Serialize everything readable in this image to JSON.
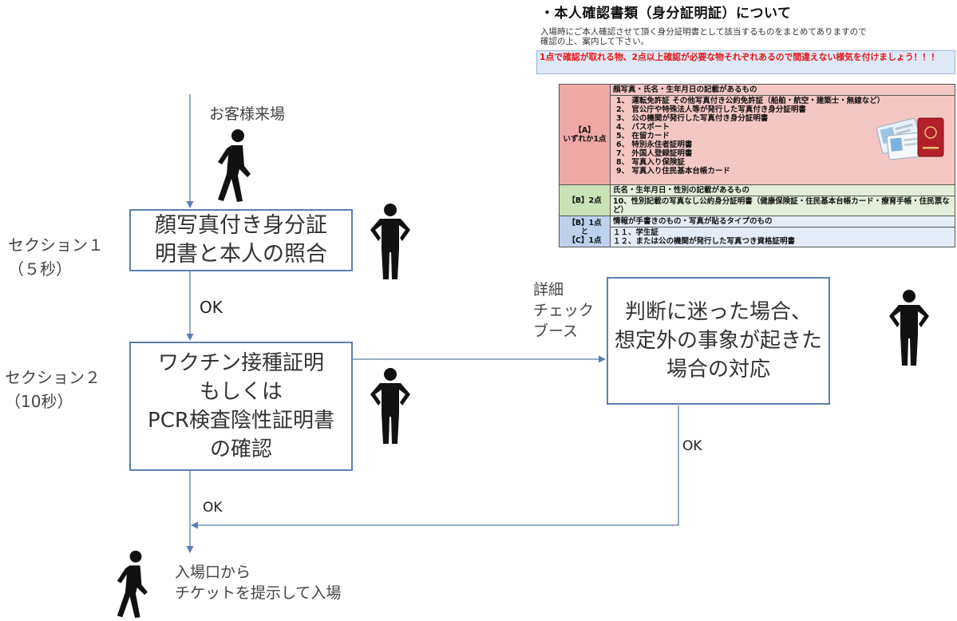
{
  "info": {
    "title": "・本人確認書類（身分証明証）について",
    "intro": "入場時にご本人確認させて頂く身分証明書として該当するものをまとめてありますので\n確認の上、案内して下さい。",
    "warning": "1点で確認が取れる物、2点以上確認が必要な物それぞれあるので間違えない様気を付けましょう！！！",
    "table": {
      "a": {
        "category": "【A】\nいずれか1点",
        "header": "顔写真・氏名・生年月日の記載があるもの",
        "items": [
          "1、 運転免許証 その他写真付き公約免許証（船舶・航空・建築士・無線など）",
          "2、 官公庁や特殊法人等が発行した写真付き身分証明書",
          "3、 公の機関が発行した写真付き身分証明書",
          "4、 パスポート",
          "5、 在留カード",
          "6、 特別永住者証明書",
          "7、 外国人登録証明書",
          "8、 写真入り保険証",
          "9、 写真入り住民基本台帳カード"
        ]
      },
      "b": {
        "category": "【B】2点",
        "header": "氏名・生年月日・性別の記載があるもの",
        "items": [
          "10、性別記載の写真なし公約身分証明書（健康保険証・住民基本台帳カード・療育手帳・住民票など）"
        ]
      },
      "c": {
        "category": "【B】1点\nと\n【C】1点",
        "header": "情報が手書きのもの・写真が貼るタイプのもの",
        "items": [
          "１１、学生証",
          "１２、または公の機関が発行した写真つき資格証明書"
        ]
      }
    }
  },
  "flow": {
    "arrival_label": "お客様来場",
    "section1_label": "セクション１\n（５秒）",
    "section1_box": "顔写真付き身分証\n明書と本人の照合",
    "ok1": "OK",
    "section2_label": "セクション２\n（10秒）",
    "section2_box": "ワクチン接種証明\nもしくは\nPCR検査陰性証明書\nの確認",
    "detail_label": "詳細\nチェック\nブース",
    "detail_box": "判断に迷った場合、\n想定外の事象が起きた\n場合の対応",
    "ok_detail": "OK",
    "ok2": "OK",
    "entrance_label": "入場口から\nチケットを提示して入場"
  },
  "icons": [
    "walking-person-icon",
    "staff-standing-icon",
    "passport-cards-icon"
  ],
  "colors": {
    "connector": "#5b7fb0",
    "box_border": "#5b7fb0",
    "warning_text": "#e3171b"
  }
}
